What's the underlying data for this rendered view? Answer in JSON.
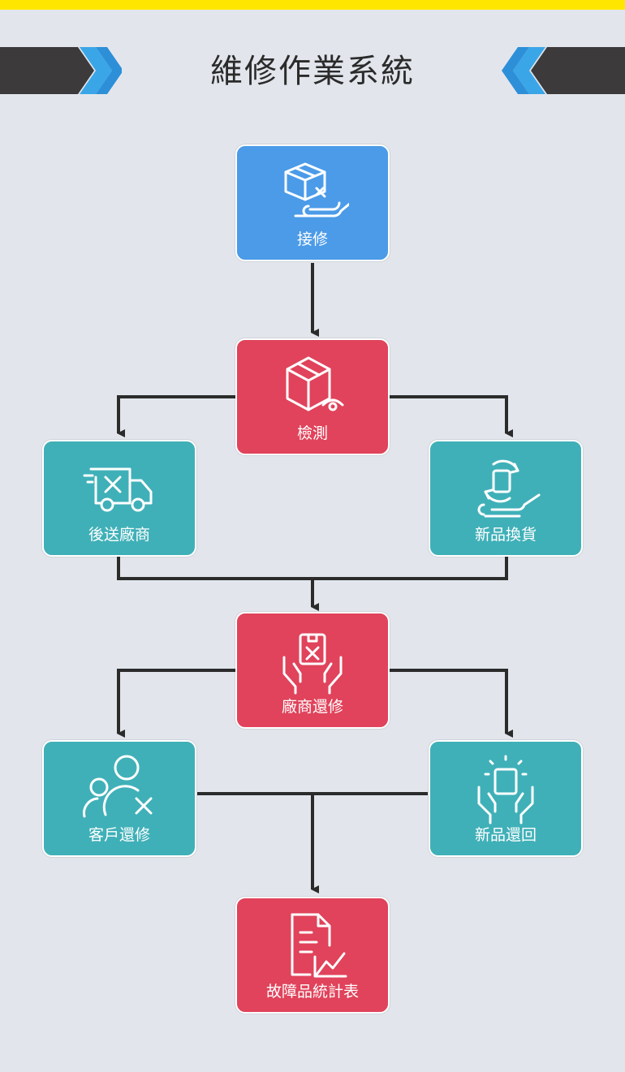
{
  "title": "維修作業系統",
  "colors": {
    "accent_yellow": "#ffe600",
    "banner_dark": "#3d3a3b",
    "chevron_blue": "#3aa6e8",
    "blue": "#4b9be8",
    "red": "#e0435b",
    "teal": "#40b0b8",
    "arrow": "#2b2b2b"
  },
  "nodes": {
    "receive": {
      "label": "接修",
      "icon": "package-repair-hand-icon"
    },
    "inspect": {
      "label": "檢測",
      "icon": "package-inspect-icon"
    },
    "send_vendor": {
      "label": "後送廠商",
      "icon": "truck-tools-icon"
    },
    "replace": {
      "label": "新品換貨",
      "icon": "exchange-hand-icon"
    },
    "vendor_return": {
      "label": "廠商還修",
      "icon": "hands-box-tools-icon"
    },
    "customer_return": {
      "label": "客戶還修",
      "icon": "customers-tools-icon"
    },
    "new_return": {
      "label": "新品還回",
      "icon": "hands-new-box-icon"
    },
    "report": {
      "label": "故障品統計表",
      "icon": "report-chart-icon"
    }
  }
}
